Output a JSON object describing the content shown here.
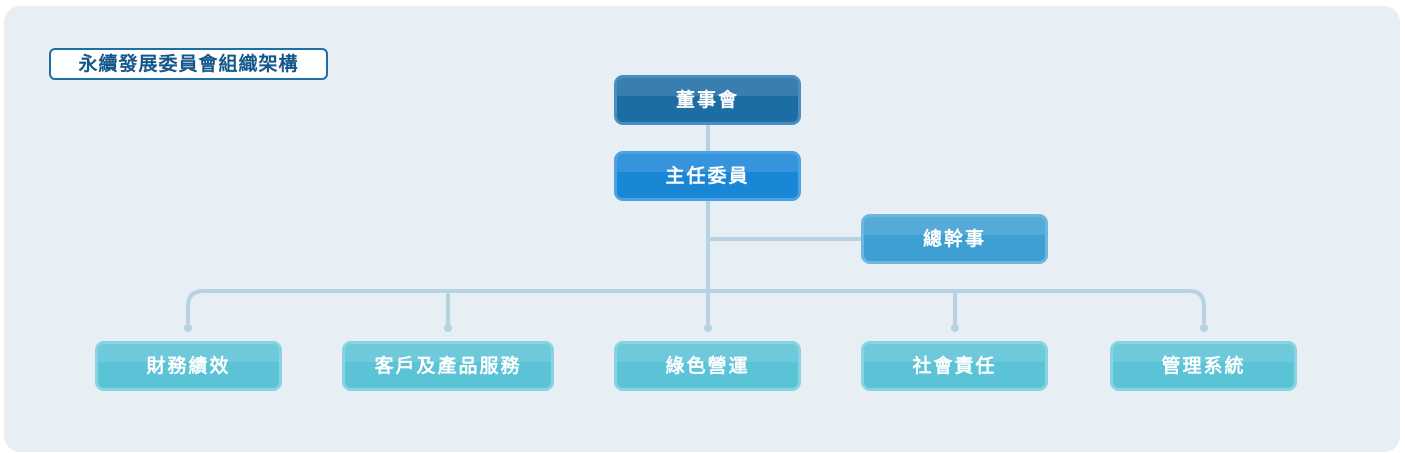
{
  "title": "永續發展委員會組織架構",
  "nodes": {
    "board": "董事會",
    "chair": "主任委員",
    "secretary": "總幹事"
  },
  "teams": [
    "財務績效",
    "客戶及產品服務",
    "綠色營運",
    "社會責任",
    "管理系統"
  ],
  "colors": {
    "board": "#1d6da5",
    "chair": "#1a86d6",
    "secretary": "#3e9fd2",
    "team": "#5ac3d6",
    "connector": "#b6d3e4",
    "background": "#e7eff5",
    "title_border": "#1e6fa5"
  }
}
